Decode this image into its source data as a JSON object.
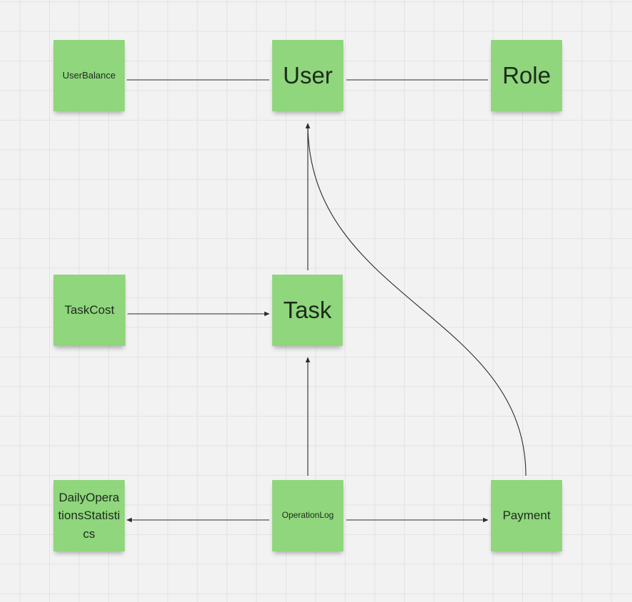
{
  "nodes": {
    "userbalance": "UserBalance",
    "user": "User",
    "role": "Role",
    "taskcost": "TaskCost",
    "task": "Task",
    "daily_operations_statistics": "DailyOperationsStatistics",
    "operation_log": "OperationLog",
    "payment": "Payment"
  },
  "edges": [
    {
      "from": "UserBalance",
      "to": "User",
      "arrow": "none"
    },
    {
      "from": "User",
      "to": "Role",
      "arrow": "none"
    },
    {
      "from": "Task",
      "to": "User",
      "arrow": "end"
    },
    {
      "from": "Payment",
      "to": "User",
      "arrow": "end"
    },
    {
      "from": "TaskCost",
      "to": "Task",
      "arrow": "end"
    },
    {
      "from": "OperationLog",
      "to": "Task",
      "arrow": "end"
    },
    {
      "from": "OperationLog",
      "to": "DailyOperationsStatistics",
      "arrow": "end"
    },
    {
      "from": "OperationLog",
      "to": "Payment",
      "arrow": "end"
    }
  ],
  "colors": {
    "sticky_fill": "#8fd67c",
    "connector": "#2b2b2b",
    "background": "#f2f2f2"
  }
}
